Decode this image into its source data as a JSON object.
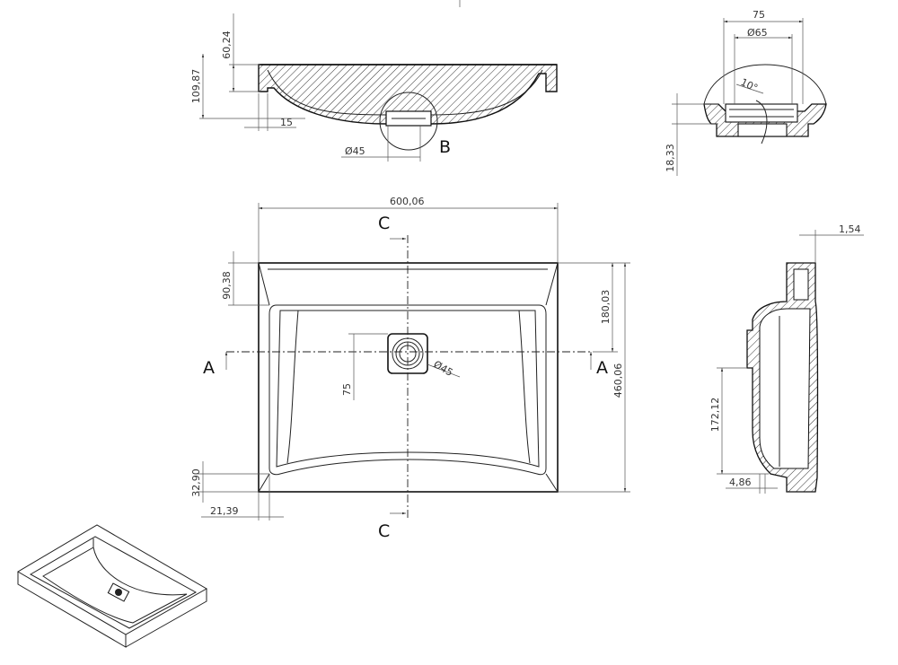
{
  "drawing": {
    "dimensions": {
      "top_height_rim": "60,24",
      "top_height_total": "109,87",
      "top_wall": "15",
      "top_drain_dia": "Ø45",
      "detail_width": "75",
      "detail_dia": "Ø65",
      "detail_angle": "10°",
      "detail_height": "18,33",
      "plan_width": "600,06",
      "plan_back_ledge": "90,38",
      "plan_drain_offset_y": "180,03",
      "plan_depth": "460,06",
      "plan_drain_size": "75",
      "plan_drain_dia": "Ø45",
      "plan_front_ledge": "32,90",
      "plan_side_ledge": "21,39",
      "side_top": "1,54",
      "side_height": "172,12",
      "side_wall": "4,86"
    },
    "labels": {
      "detail_b": "B",
      "section_c": "C",
      "section_a": "A"
    }
  }
}
